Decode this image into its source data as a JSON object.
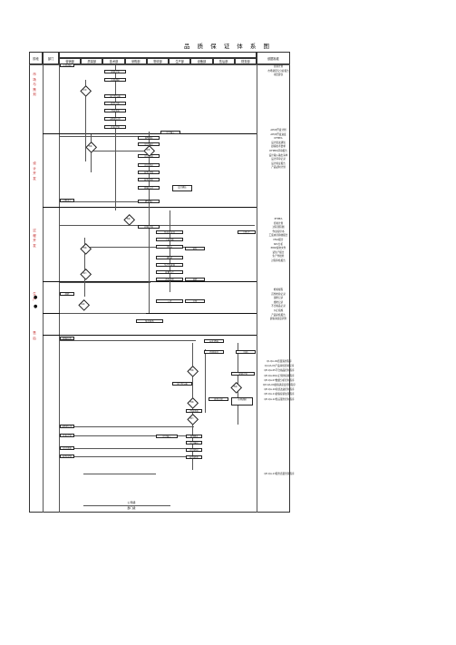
{
  "title": "品 质 保 证 体 系 图",
  "header": {
    "left_col1": "阶段",
    "left_col2": "部门",
    "right_col": "依据标准",
    "top_label": "",
    "columns": [
      "营销部",
      "质量部",
      "技术部",
      "采购部",
      "物流部",
      "生产部",
      "设备部",
      "售后部",
      "财务部"
    ]
  },
  "phases": [
    {
      "label": "市场与策划"
    },
    {
      "label": "设计开发"
    },
    {
      "label": "过程开发"
    },
    {
      "label": "生产"
    },
    {
      "label": "售后"
    }
  ],
  "basis": [
    "营销计划",
    "市场调研与分析报告",
    "项目建议",
    "APQP开发计划",
    "APQP开发进度",
    "DFMEA",
    "设计更改通知",
    "顾客技术要求",
    "DFMEA评审报告",
    "设计输入输出清单",
    "设计评审记录",
    "设计验证报告",
    "产品试制计划",
    "PFMEA",
    "控制计划",
    "过程流程图",
    "作业指导书",
    "工装夹具验收报告",
    "MSA报告",
    "SPC分析",
    "PPAP提交文件",
    "试生产报告",
    "生产件批准",
    "过程审核报告",
    "检验规程",
    "首件检验记录",
    "巡检记录",
    "终检记录",
    "不合格品记录",
    "纠正措施",
    "产品审核报告",
    "顾客满意度调查"
  ],
  "bottom_refs": [
    "QI-QA-02质量策划程序",
    "QI-QA-03产品审核控制程序",
    "QP-QA-05不合格品控制程序",
    "QP-QA-06纠正预防措施程序",
    "QP-QA-07数据分析控制程序",
    "QP-QA-09顾客满意度控制程序",
    "QP-QA-10持续改进控制程序",
    "QP-QA-11顾客投诉处理程序",
    "QP-QA-12售后服务控制程序"
  ],
  "bottom_ref2": "QP-QA-13服务质量管理程序",
  "flow": {
    "start": "市场调研",
    "boxes": [
      "营销计划",
      "市场调研",
      "可行性分析",
      "项目立项",
      "合同评审",
      "APQP小组",
      "开发计划",
      "设计输入",
      "DFMEA",
      "设计输出",
      "设计评审",
      "设计验证",
      "样件试制",
      "样件检验",
      "设计确认",
      "顾客认可",
      "过程设计",
      "PFMEA",
      "控制计划",
      "作业指导书",
      "工装验收",
      "MSA",
      "SPC",
      "试生产",
      "PPAP",
      "生产件批准",
      "批量生产",
      "首件检验",
      "巡检",
      "终检",
      "入库",
      "交付",
      "售后服务",
      "顾客反馈",
      "纠正措施",
      "持续改进",
      "归档"
    ],
    "decisions": [
      "评审",
      "合格",
      "批准",
      "合格",
      "合格",
      "放行",
      "投诉"
    ],
    "footer_a": "公司级",
    "footer_b": "部门级"
  }
}
